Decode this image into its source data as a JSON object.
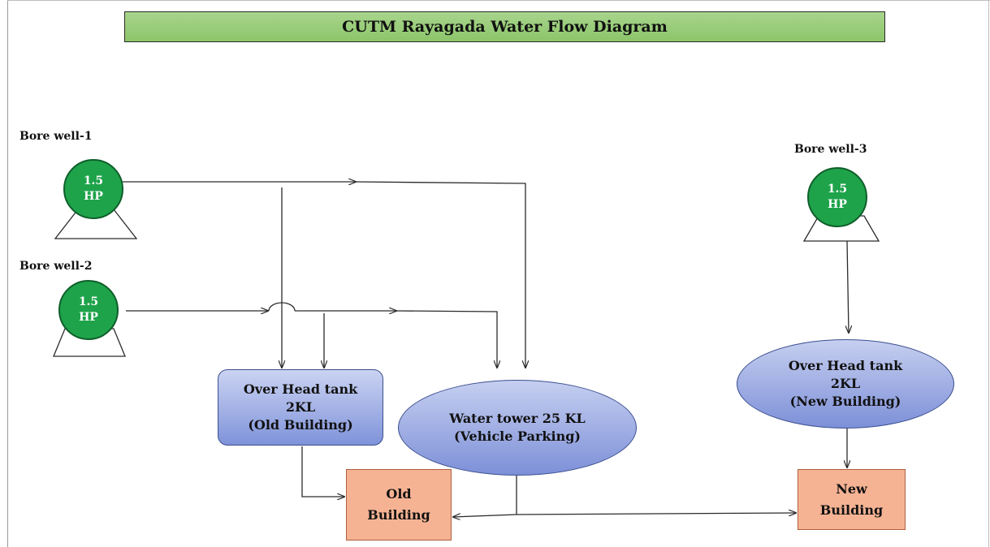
{
  "title": "CUTM Rayagada Water Flow Diagram",
  "pumps": [
    {
      "label": "Bore well-1",
      "rating_line1": "1.5",
      "rating_line2": "HP"
    },
    {
      "label": "Bore well-2",
      "rating_line1": "1.5",
      "rating_line2": "HP"
    },
    {
      "label": "Bore well-3",
      "rating_line1": "1.5",
      "rating_line2": "HP"
    }
  ],
  "tanks": {
    "old_building": {
      "line1": "Over Head tank",
      "line2": "2KL",
      "line3": "(Old Building)"
    },
    "water_tower": {
      "line1": "Water tower 25 KL",
      "line2": "(Vehicle Parking)"
    },
    "new_building": {
      "line1": "Over Head tank",
      "line2": "2KL",
      "line3": "(New Building)"
    }
  },
  "buildings": {
    "old": {
      "line1": "Old",
      "line2": "Building"
    },
    "new": {
      "line1": "New",
      "line2": "Building"
    }
  },
  "colors": {
    "title_fill": "#9ccf7c",
    "pump_fill": "#1ea34a",
    "tank_fill": "#8fa2e0",
    "building_fill": "#f5b393",
    "line": "#2b2b2b"
  }
}
